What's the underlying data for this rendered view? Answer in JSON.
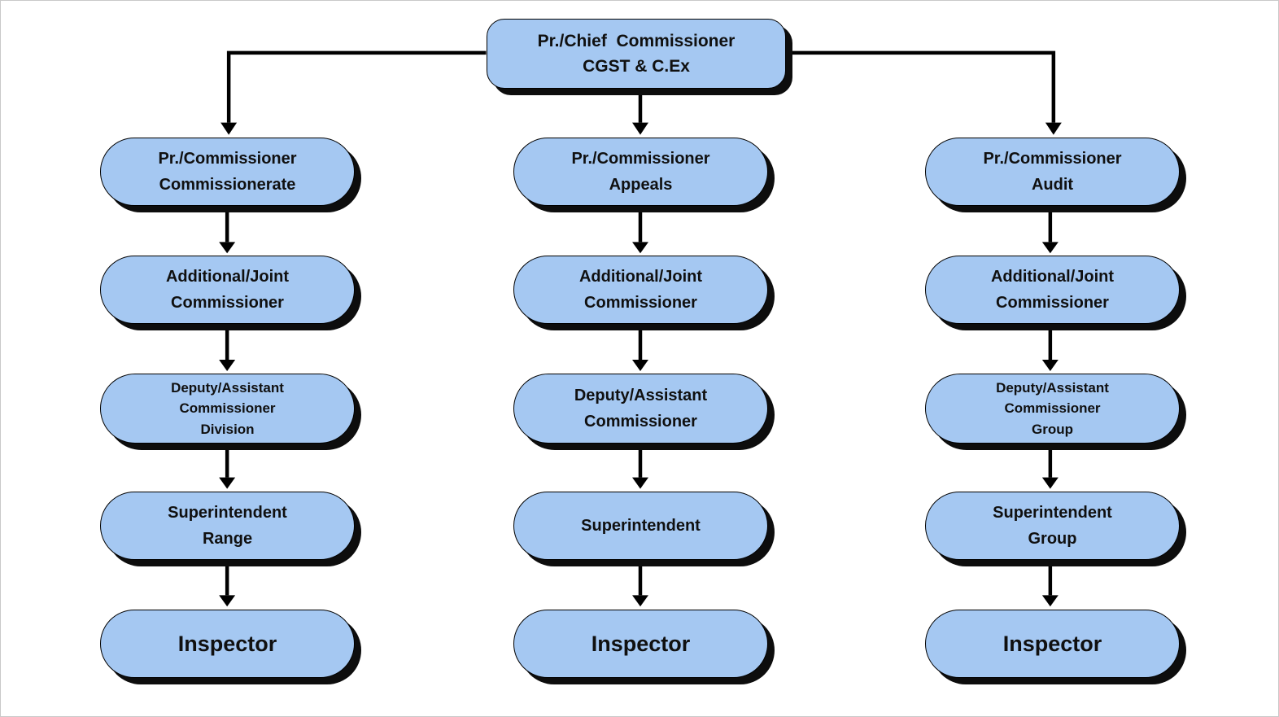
{
  "diagram": {
    "type": "org-chart",
    "colors": {
      "background": "#ffffff",
      "frame": "#c9c9c9",
      "node_fill": "#a5c8f2",
      "node_border": "#000000",
      "shadow": "#0d0d0d",
      "connector": "#000000",
      "text": "#101010"
    },
    "root": {
      "lines": [
        "Pr./Chief  Commissioner",
        "CGST & C.Ex"
      ]
    },
    "columns": [
      {
        "nodes": [
          {
            "lines": [
              "Pr./Commissioner",
              "Commissionerate"
            ]
          },
          {
            "lines": [
              "Additional/Joint",
              "Commissioner"
            ]
          },
          {
            "lines": [
              "Deputy/Assistant",
              "Commissioner",
              "Division"
            ]
          },
          {
            "lines": [
              "Superintendent",
              "Range"
            ]
          },
          {
            "lines": [
              "Inspector"
            ]
          }
        ]
      },
      {
        "nodes": [
          {
            "lines": [
              "Pr./Commissioner",
              "Appeals"
            ]
          },
          {
            "lines": [
              "Additional/Joint",
              "Commissioner"
            ]
          },
          {
            "lines": [
              "Deputy/Assistant",
              "Commissioner"
            ]
          },
          {
            "lines": [
              "Superintendent"
            ]
          },
          {
            "lines": [
              "Inspector"
            ]
          }
        ]
      },
      {
        "nodes": [
          {
            "lines": [
              "Pr./Commissioner",
              "Audit"
            ]
          },
          {
            "lines": [
              "Additional/Joint",
              "Commissioner"
            ]
          },
          {
            "lines": [
              "Deputy/Assistant",
              "Commissioner",
              "Group"
            ]
          },
          {
            "lines": [
              "Superintendent",
              "Group"
            ]
          },
          {
            "lines": [
              "Inspector"
            ]
          }
        ]
      }
    ]
  }
}
